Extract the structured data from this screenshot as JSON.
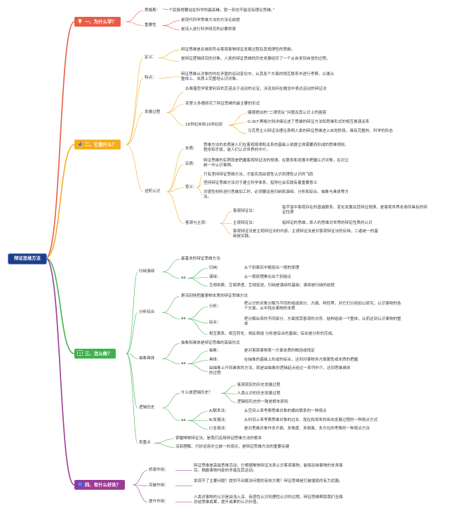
{
  "root": "辩证思维方法",
  "s1": {
    "title": "一、为什么学？",
    "quote_label": "思格斯：",
    "quote": "“一个民族想要站在科学的最高峰，就一刻也不能没有理论思维。”",
    "imp_label": "重要性",
    "imp1": "是现代科学思维方法的方法论前提",
    "imp2": "是深入进行科学研究的必要桥梁"
  },
  "s2": {
    "title": "二、它是什么？",
    "def_label": "定义：",
    "def1": "辩证思维是反映和符合客观事物辩证发展过程及其规律性的思维。",
    "def2": "是辩证逻辑研究的对象。人类的辩证思维的历史发展经历了一个从自发到自觉的过程。",
    "feat_label": "特点：",
    "feat": "辩证思维从对象的内在矛盾的运动变化中，从其各个方面的相互联系中进行考察，以便从整体上、本质上完整地认识对象。",
    "dev_label": "发展过程",
    "dev1": "古希腊哲学家爱利亚的芝诺关于运动的论证，涉及如何在概念中表达运动的辩证法",
    "dev2": "亚里士多德研究了辩证思维的最主要的形式",
    "dev_c_label": "18世纪末和19世纪初",
    "dev_c1": "康德提出的“二律背反”问题及其认识上的困惑",
    "dev_c2": "G.W.F.黑格尔则详细论述了思维的辩证方法和思维形式的相互推演关系",
    "dev_c3": "马克思主义辩证法理论表明人类的辩证思维进入自觉阶段，具有完整的、科学的形态",
    "adv_label": "进阶认识",
    "ess_label": "本质：",
    "ess": "思维方法的本质是人们在客观规律和关系的基础上依据主体需要而形成的思维规则、程序和手段，是人们认识世界的中介。",
    "sub_label": "实质：",
    "sub": "辩证思维的实质就是把握客观辩证法的规律，在联系和发展中把握认识对象，在对立统一中认识事物。",
    "mean_label": "意义：",
    "mean1": "只有坚持辩证思维方法，才能实现由感性认识到理性认识的飞跃",
    "mean2": "坚持辩证思维方法对于建立科学体系，指导社会实践有着重要意义",
    "mean3": "对感性材料进行思维加工时，必须要运用归纳和演绎、分析和综合、抽象与具体等方法。",
    "ok_label": "客观与主观：",
    "ok1_label": "客观辩证法：",
    "ok1": "指宇宙中客观存在的普遍联系、变化发展及其辩证规律，是客观世界本身所具有的辩证性质",
    "ok2_label": "主观辩证法：",
    "ok2": "指辩证的思维，即人的思维对世界的辩证性质的认识",
    "ok3": "客观辩证法是主观辩证法的内容，主观辩证法是对客观辩证法的反映，二者统一的基础是实践。"
  },
  "s3": {
    "title": "三、怎么做？",
    "gui_label": "归纳演绎",
    "gui_top": "最基本的辩证思维方法",
    "aa": "aa",
    "gui1_label": "归纳：",
    "gui1": "从个别事实中概括出一般的原理",
    "gui2_label": "演绎：",
    "gui2": "从一般原理推论出个别结论",
    "gui3": "互相依赖、互相渗透、互相促进。归纳是演绎的基础；演绎是归纳的前提",
    "fen_label": "分析综合",
    "fen_top": "更深刻地把握事物本质的辩证思维方法",
    "fen1_label": "分析：",
    "fen1": "把认识的对象分解为不同的组成部分、方面、特性等，对它们分别加以研究，认识事物的各个方面，从中找出事物的本质",
    "fen2_label": "综合：",
    "fen2": "把分解出来的不同部分、方面按其客观的次序、结构组成一个整体，从而达到认识事物的整体",
    "fen3": "相互联系、相互转化、相反相成 分析是综合的基础；综合是分析的完成。",
    "chou_label": "抽象具体",
    "chou_top": "抽象和具体是辩证思维的高级形式",
    "chou1_label": "抽象：",
    "chou1": "是对客观事物某一方面本质的概括或规定",
    "chou2_label": "具体：",
    "chou2": "在抽象的基础上形成的综合，达到对事物多方面属性或本质的把握",
    "chou3": "由抽象上升到具体的方法，就是由抽象的逻辑起点经过一系列中介，达到思维具体的过程",
    "luo_label": "逻辑历史",
    "luo_q": "什么是逻辑历史？",
    "luo_q1": "客观现实的历史发展过程",
    "luo_q2": "人类认识的历史发展过程",
    "luo_q3": "逻辑和历史的一致是根本原则",
    "luo1_label": "A/联系法：",
    "luo1": "从空间上来考察思维对象的横向联系的一种观点",
    "luo2_label": "B/发展法：",
    "luo2": "从时间上来考察思维对象的过去、现在和将来的纵向发展过程的一种观点方式",
    "luo3_label": "C/全面法：",
    "luo3": "是对思维对象作多方面、多角度、多侧面、多方位的考察的一种观点方法",
    "hua_label": "划重点",
    "hua1": "掌握唯物辩证法，是我们运用辩证思维方法的根本",
    "hua2": "深刻理解、巧妙运用对立统一的观点，是辩证思维方法的重要关键"
  },
  "s4": {
    "title": "四、有什么好处？",
    "b1_label": "桥梁作用：",
    "b1": "辩证思维是高级思维活动，它根据唯物辩证法来认识客观事物，能够反映事物的本来面目，揭露事物内部的矛盾及其运动。",
    "b2_label": "突破作用：",
    "b2": "发现不了主要问题？提供不出解决问题的有效方案？辩证思维是打破僵局的有力武器。",
    "b3_label": "提升作用：",
    "b3": "人类对事物的认识是由浅入深、有感性认识到理性认识的过程。辩证思维帮助我们全面总结思维成果，提升成果的认识价值。"
  },
  "colors": {
    "s1": "#e85d4a",
    "s2": "#f3ae21",
    "s3": "#3fb34f",
    "s4": "#9b3c94",
    "root": "#1d3f8a"
  }
}
